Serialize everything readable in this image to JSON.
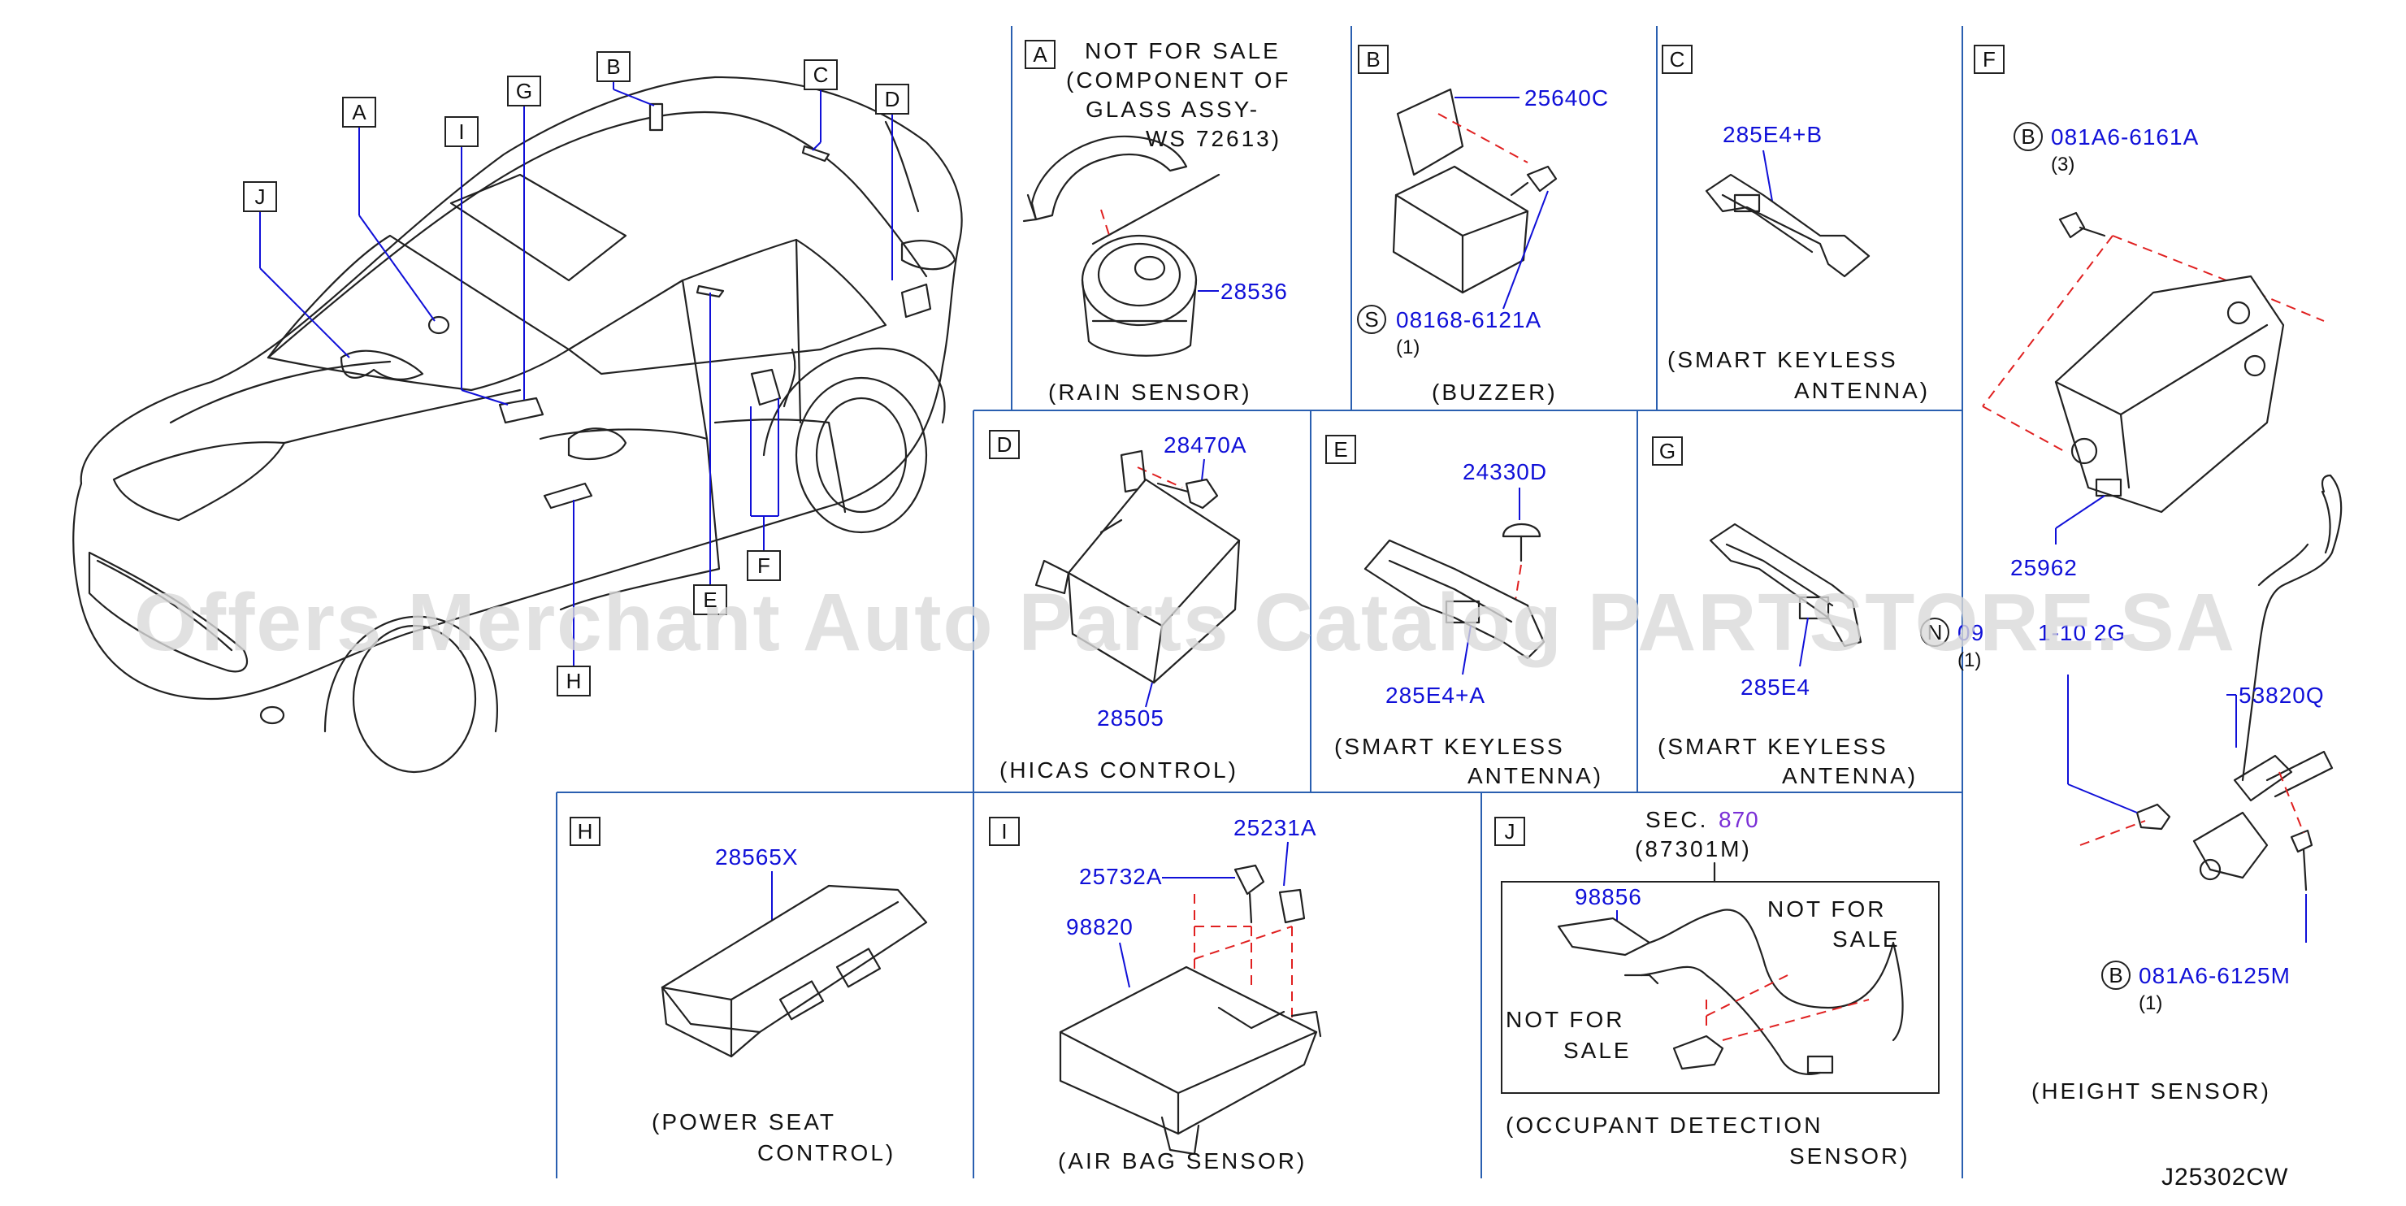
{
  "diagram_code": "J25302CW",
  "watermark": "Offers Merchant Auto Parts Catalog PARTSTORE.SA",
  "car_callouts": [
    "A",
    "B",
    "C",
    "D",
    "E",
    "F",
    "G",
    "H",
    "I",
    "J"
  ],
  "panels": {
    "A": {
      "letter": "A",
      "note": [
        "NOT FOR SALE",
        "(COMPONENT OF",
        "GLASS ASSY-",
        "WS 72613)"
      ],
      "part": "28536",
      "caption": "(RAIN SENSOR)"
    },
    "B": {
      "letter": "B",
      "part1": "25640C",
      "bolt_prefix": "S",
      "bolt": "08168-6121A",
      "bolt_qty": "(1)",
      "caption": "(BUZZER)"
    },
    "C": {
      "letter": "C",
      "part": "285E4+B",
      "caption1": "(SMART KEYLESS",
      "caption2": "ANTENNA)"
    },
    "D": {
      "letter": "D",
      "part1": "28470A",
      "part2": "28505",
      "caption": "(HICAS CONTROL)"
    },
    "E": {
      "letter": "E",
      "part1": "24330D",
      "part2": "285E4+A",
      "caption1": "(SMART KEYLESS",
      "caption2": "ANTENNA)"
    },
    "G": {
      "letter": "G",
      "part": "285E4",
      "caption1": "(SMART KEYLESS",
      "caption2": "ANTENNA)"
    },
    "F": {
      "letter": "F",
      "b1_prefix": "B",
      "b1": "081A6-6161A",
      "b1_qty": "(3)",
      "part1": "25962",
      "n_prefix": "N",
      "n_part": "09",
      "n_part_tail": "1-10 2G",
      "n_qty": "(1)",
      "part2": "53820Q",
      "b2_prefix": "B",
      "b2": "081A6-6125M",
      "b2_qty": "(1)",
      "caption": "(HEIGHT SENSOR)"
    },
    "H": {
      "letter": "H",
      "part": "28565X",
      "caption1": "(POWER SEAT",
      "caption2": "CONTROL)"
    },
    "I": {
      "letter": "I",
      "part1": "25231A",
      "part2": "25732A",
      "part3": "98820",
      "caption": "(AIR BAG SENSOR)"
    },
    "J": {
      "letter": "J",
      "sec_label": "SEC.",
      "sec_num": "870",
      "sec_ref": "(87301M)",
      "part": "98856",
      "note_a1": "NOT FOR",
      "note_a2": "SALE",
      "note_b1": "NOT FOR",
      "note_b2": "SALE",
      "caption1": "(OCCUPANT DETECTION",
      "caption2": "SENSOR)"
    }
  }
}
